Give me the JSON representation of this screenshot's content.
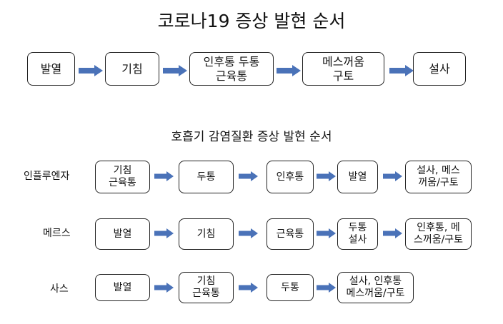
{
  "title": "코로나19 증상 발현 순서",
  "main_flow": [
    "발열",
    "기침",
    "인후통 두통\n근육통",
    "메스꺼움\n구토",
    "설사"
  ],
  "subtitle": "호흡기 감염질환 증상 발현 순서",
  "rows": [
    {
      "label": "인플루엔자",
      "steps": [
        "기침\n근육통",
        "두통",
        "인후통",
        "발열",
        "설사, 메스\n꺼움/구토"
      ]
    },
    {
      "label": "메르스",
      "steps": [
        "발열",
        "기침",
        "근육통",
        "두통\n설사",
        "인후통, 메\n스꺼움/구토"
      ]
    },
    {
      "label": "사스",
      "steps": [
        "발열",
        "기침\n근육통",
        "두통",
        "설사, 인후통\n메스꺼움/구토"
      ]
    }
  ],
  "colors": {
    "arrow": "#4a72b8",
    "border": "#222222"
  }
}
